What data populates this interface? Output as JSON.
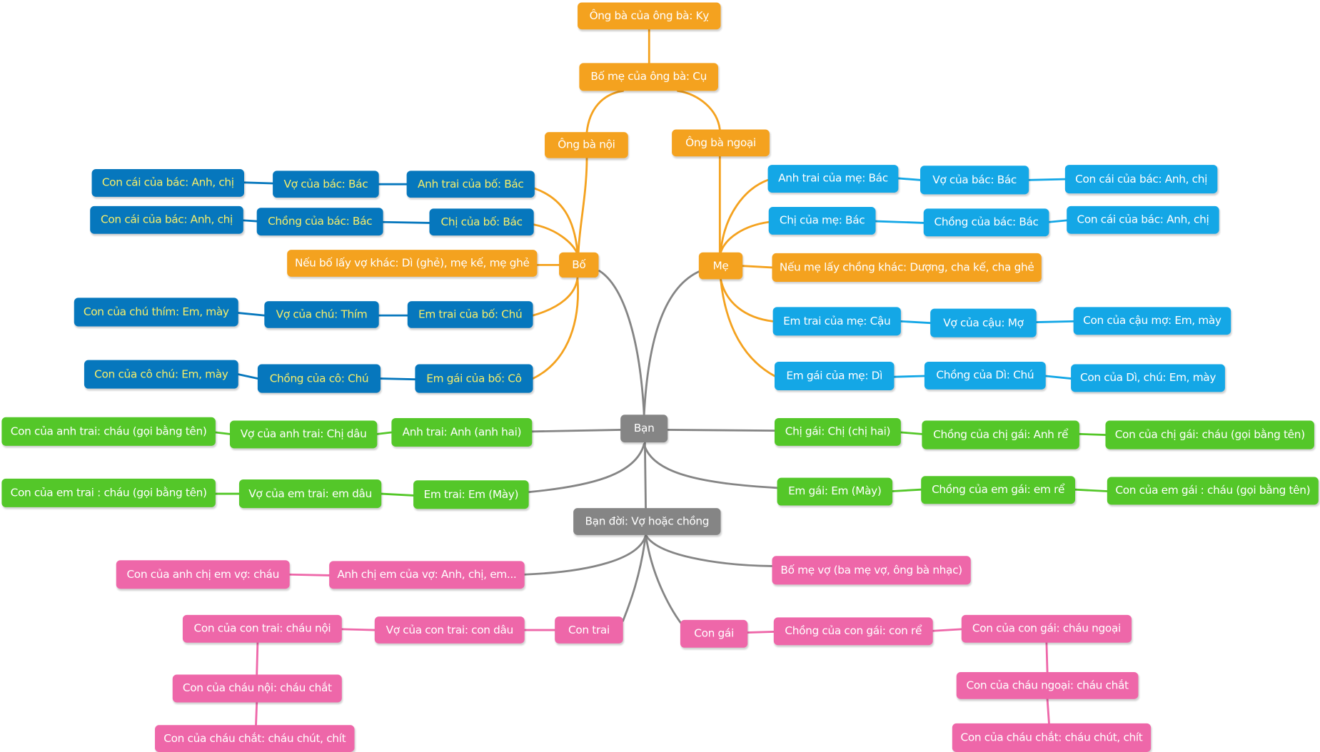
{
  "colors": {
    "orange": "#f4a21f",
    "blue": "#0677bd",
    "blue_text": "#f6ee6a",
    "cyan": "#14a7e6",
    "green": "#54c729",
    "gray": "#858585",
    "pink": "#ee67a9"
  },
  "nodes": {
    "ky": "Ông bà của ông bà: Kỵ",
    "cu": "Bố mẹ của ông bà: Cụ",
    "ong_ba_noi": "Ông bà nội",
    "ong_ba_ngoai": "Ông bà ngoại",
    "bo": "Bố",
    "me": "Mẹ",
    "ban": "Bạn",
    "ban_doi": "Bạn đời: Vợ hoặc chồng",
    "paternal": {
      "anh_trai_bo": "Anh trai của bố: Bác",
      "vo_bac": "Vợ của bác: Bác",
      "con_bac_1": "Con cái của bác: Anh, chị",
      "chi_bo": "Chị của bố: Bác",
      "chong_bac": "Chồng của bác: Bác",
      "con_bac_2": "Con cái của bác: Anh, chị",
      "bo_lay_vo_khac": "Nếu bố lấy vợ khác: Dì (ghẻ), mẹ kế, mẹ ghẻ",
      "em_trai_bo": "Em trai của bố: Chú",
      "vo_chu": "Vợ của chú: Thím",
      "con_chu_thim": "Con của chú thím: Em, mày",
      "em_gai_bo": "Em gái của bố: Cô",
      "chong_co": "Chồng của cô: Chú",
      "con_co_chu": "Con của cô chú: Em, mày"
    },
    "maternal": {
      "anh_trai_me": "Anh trai của mẹ: Bác",
      "vo_bac": "Vợ của bác: Bác",
      "con_bac_1": "Con cái của bác: Anh, chị",
      "chi_me": "Chị của mẹ: Bác",
      "chong_bac": "Chồng của bác: Bác",
      "con_bac_2": "Con cái của bác: Anh, chị",
      "me_lay_chong_khac": "Nếu mẹ lấy chồng khác: Dượng, cha kế, cha ghẻ",
      "em_trai_me": "Em trai của mẹ: Cậu",
      "vo_cau": "Vợ của cậu: Mợ",
      "con_cau_mo": "Con của cậu mợ: Em, mày",
      "em_gai_me": "Em gái của mẹ: Dì",
      "chong_di": "Chồng của Dì: Chú",
      "con_di_chu": "Con của Dì, chú: Em, mày"
    },
    "siblings": {
      "anh_trai": "Anh trai: Anh (anh hai)",
      "vo_anh_trai": "Vợ của anh trai: Chị dâu",
      "con_anh_trai": "Con của anh trai: cháu (gọi bằng tên)",
      "em_trai": "Em trai: Em (Mày)",
      "vo_em_trai": "Vợ của em trai: em dâu",
      "con_em_trai": "Con của em trai : cháu (gọi bằng tên)",
      "chi_gai": "Chị gái: Chị (chị hai)",
      "chong_chi_gai": "Chồng của chị gái: Anh rể",
      "con_chi_gai": "Con của chị gái: cháu (gọi bằng tên)",
      "em_gai": "Em gái: Em (Mày)",
      "chong_em_gai": "Chồng của em gái: em rể",
      "con_em_gai": "Con của em gái : cháu (gọi bằng tên)"
    },
    "spouse_side": {
      "anh_chi_em_vo": "Anh chị em của vợ: Anh, chị, em...",
      "con_anh_chi_em_vo": "Con của anh chị em vợ: cháu",
      "bo_me_vo": "Bố mẹ vợ (ba mẹ vợ, ông bà nhạc)",
      "con_trai": "Con trai",
      "vo_con_trai": "Vợ của con trai: con dâu",
      "chau_noi": "Con của con trai: cháu nội",
      "chat_noi": "Con của cháu nội: cháu chắt",
      "chut_noi": "Con của cháu chắt: cháu chút, chít",
      "con_gai": "Con gái",
      "chong_con_gai": "Chồng của con gái: con rể",
      "chau_ngoai": "Con của con gái: cháu ngoại",
      "chat_ngoai": "Con của cháu ngoại: cháu chắt",
      "chut_ngoai": "Con của cháu chắt: cháu chút, chít"
    }
  }
}
